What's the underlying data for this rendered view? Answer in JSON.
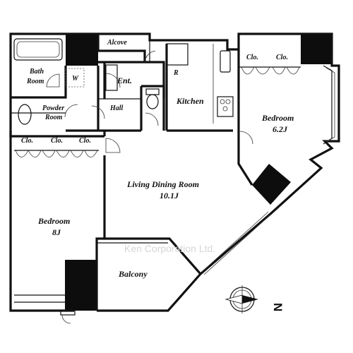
{
  "rooms": {
    "alcove": "Alcove",
    "bath_room_line1": "Bath",
    "bath_room_line2": "Room",
    "washer": "W",
    "entrance": "Ent.",
    "refrigerator": "R",
    "powder_room_line1": "Powder",
    "powder_room_line2": "Room",
    "hall": "Hall",
    "kitchen": "Kitchen",
    "bedroom_right_name": "Bedroom",
    "bedroom_right_size": "6.2J",
    "bedroom_left_name": "Bedroom",
    "bedroom_left_size": "8J",
    "living_name": "Living Dining Room",
    "living_size": "10.1J",
    "balcony": "Balcony"
  },
  "closets": {
    "left": [
      "Clo.",
      "Clo.",
      "Clo."
    ],
    "right": [
      "Clo.",
      "Clo."
    ]
  },
  "watermark": "Ken Corporation Ltd.",
  "compass": {
    "label": "N"
  }
}
